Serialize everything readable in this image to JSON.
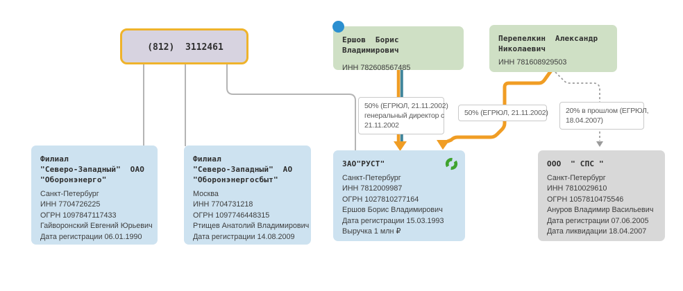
{
  "phone_node": {
    "number": "(812)  3112461"
  },
  "persons": [
    {
      "name": "Ершов  Борис  Владимирович",
      "inn": "ИНН 782608567485"
    },
    {
      "name": "Перепелкин  Александр\nНиколаевич",
      "inn": "ИНН 781608929503"
    }
  ],
  "companies": [
    {
      "title": "Филиал\n\"Северо-Западный\"  ОАО\n\"Оборонэнерго\"",
      "details": [
        "Санкт-Петербург",
        "ИНН 7704726225",
        "ОГРН 1097847117433",
        "Гайворонский Евгений Юрьевич",
        "Дата регистрации 06.01.1990"
      ]
    },
    {
      "title": "Филиал\n\"Северо-Западный\"  АО\n\"Оборонэнергосбыт\"",
      "details": [
        "Москва",
        "ИНН 7704731218",
        "ОГРН 1097746448315",
        "Ртищев Анатолий Владимирович",
        "Дата регистрации 14.08.2009"
      ]
    },
    {
      "title": "ЗАО\"РУСТ\"",
      "details": [
        "Санкт-Петербург",
        "ИНН 7812009987",
        "ОГРН 1027810277164",
        "Ершов Борис Владимирович",
        "Дата регистрации 15.03.1993",
        "Выручка 1 млн ₽"
      ]
    },
    {
      "title": "ООО  \" СПС \"",
      "details": [
        "Санкт-Петербург",
        "ИНН 7810029610",
        "ОГРН 1057810475546",
        "Ануров Владимир Васильевич",
        "Дата регистрации 07.06.2005",
        "Дата ликвидации 18.04.2007"
      ]
    }
  ],
  "edge_labels": {
    "ershov_rust": {
      "line1": "50% (ЕГРЮЛ, 21.11.2002)",
      "line2": "генеральный директор с",
      "line3": "21.11.2002"
    },
    "perepelkin_rust": "50% (ЕГРЮЛ, 21.11.2002)",
    "perepelkin_sps": {
      "line1": "20% в прошлом (ЕГРЮЛ,",
      "line2": "18.04.2007)"
    }
  },
  "colors": {
    "orange_edge": "#F09D24",
    "teal_edge": "#41869C",
    "gray_edge": "#B4B4B4",
    "dashed_edge": "#9A9A9A",
    "blue_dot": "#2B8FD0",
    "green_status": "#3FA32E",
    "phone_border": "#EFB32B"
  }
}
